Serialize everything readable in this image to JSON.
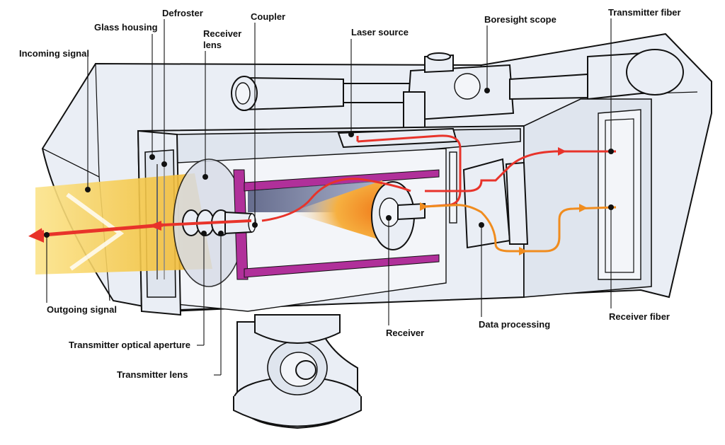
{
  "labels": {
    "incoming_signal": "Incoming signal",
    "glass_housing": "Glass housing",
    "defroster": "Defroster",
    "coupler": "Coupler",
    "receiver_lens_1": "Receiver",
    "receiver_lens_2": "lens",
    "laser_source": "Laser source",
    "boresight_scope": "Boresight scope",
    "transmitter_fiber": "Transmitter fiber",
    "outgoing_signal": "Outgoing signal",
    "transmitter_optical_aperture": "Transmitter optical aperture",
    "transmitter_lens": "Transmitter lens",
    "receiver": "Receiver",
    "data_processing": "Data processing",
    "receiver_fiber": "Receiver fiber"
  },
  "colors": {
    "transmit_path": "#e8332a",
    "receive_path": "#f08c1e",
    "beam": "#f7c948",
    "housing_fill": "#eaeef5",
    "accent_magenta": "#b0309a"
  }
}
